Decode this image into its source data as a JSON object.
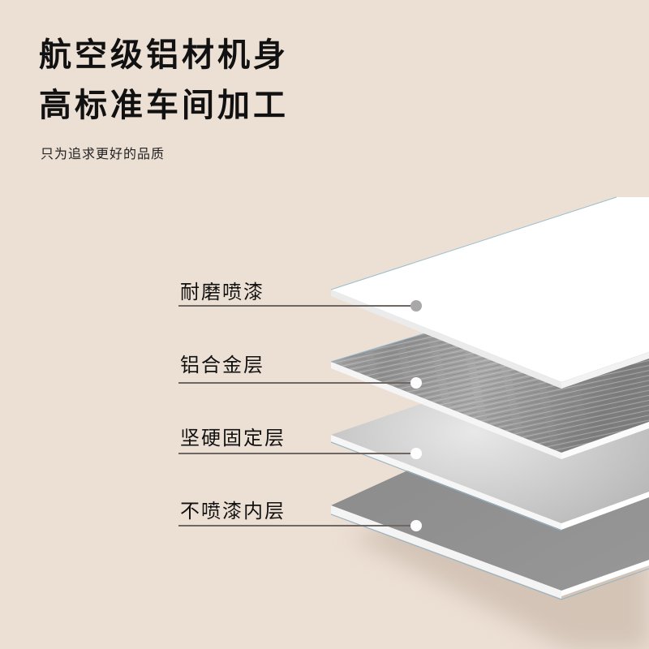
{
  "headline": {
    "line1": "航空级铝材机身",
    "line2": "高标准车间加工",
    "subtitle": "只为追求更好的品质"
  },
  "layers": [
    {
      "label": "耐磨喷漆",
      "surface_color": "#ffffff",
      "dot_color": "#a8a8a8"
    },
    {
      "label": "铝合金层",
      "surface_color": "#9a9a9a",
      "dot_color": "#ffffff"
    },
    {
      "label": "坚硬固定层",
      "surface_color": "#c6c6c6",
      "dot_color": "#ffffff"
    },
    {
      "label": "不喷漆内层",
      "surface_color": "#8e8e8e",
      "dot_color": "#ffffff"
    }
  ],
  "colors": {
    "background": "#ecdfd4",
    "text": "#111111",
    "leader_line": "#6e6763"
  }
}
